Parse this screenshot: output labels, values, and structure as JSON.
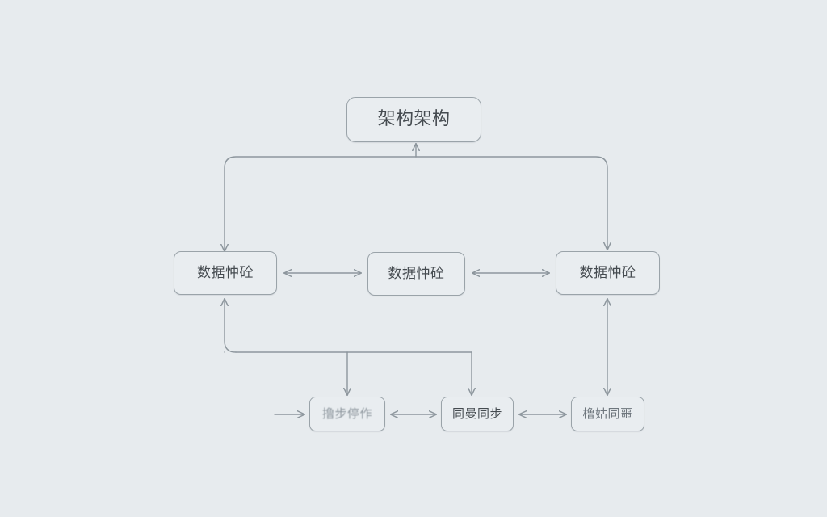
{
  "diagram": {
    "title": "架构架构",
    "background_color": "#e7ebee",
    "node_fill": "#e9edf0",
    "node_border_color": "#9aa3a9",
    "edge_color": "#8d969d",
    "text_color": "#454b50",
    "nodes": {
      "top": {
        "label": "架构架构"
      },
      "middle_left": {
        "label": "数据忡砼"
      },
      "middle_center": {
        "label": "数据忡砼"
      },
      "middle_right": {
        "label": "数据忡砼"
      },
      "bottom_left": {
        "label": "撸步停作"
      },
      "bottom_center": {
        "label": "同曼同步"
      },
      "bottom_right": {
        "label": "橹姑同噩"
      }
    },
    "edges": [
      {
        "name": "middle-left-to-top-bus",
        "from": "middle_left",
        "to": "top",
        "style": "orthogonal",
        "arrow": "single"
      },
      {
        "name": "top-bus-to-middle-right",
        "from": "top",
        "to": "middle_right",
        "style": "orthogonal",
        "arrow": "single"
      },
      {
        "name": "middle-left-to-middle-center",
        "from": "middle_left",
        "to": "middle_center",
        "style": "straight",
        "arrow": "double"
      },
      {
        "name": "middle-center-to-middle-right",
        "from": "middle_center",
        "to": "middle_right",
        "style": "straight",
        "arrow": "double"
      },
      {
        "name": "bottom-bus-to-middle-left",
        "from": "bottom_bus",
        "to": "middle_left",
        "style": "orthogonal",
        "arrow": "single"
      },
      {
        "name": "bottom-bus-to-bottom-left",
        "from": "bottom_bus",
        "to": "bottom_left",
        "style": "orthogonal",
        "arrow": "single"
      },
      {
        "name": "bottom-bus-to-bottom-center",
        "from": "bottom_bus",
        "to": "bottom_center",
        "style": "orthogonal",
        "arrow": "single"
      },
      {
        "name": "middle-right-to-bottom-right",
        "from": "middle_right",
        "to": "bottom_right",
        "style": "straight",
        "arrow": "double"
      },
      {
        "name": "incoming-to-bottom-left",
        "from": "external",
        "to": "bottom_left",
        "style": "straight",
        "arrow": "single"
      },
      {
        "name": "bottom-left-to-bottom-center",
        "from": "bottom_left",
        "to": "bottom_center",
        "style": "straight",
        "arrow": "double"
      },
      {
        "name": "bottom-center-to-bottom-right",
        "from": "bottom_center",
        "to": "bottom_right",
        "style": "straight",
        "arrow": "double"
      }
    ]
  }
}
